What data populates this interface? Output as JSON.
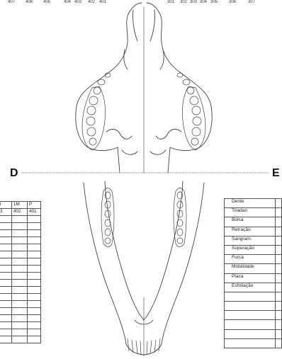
{
  "tooth_numbers": {
    "right": [
      "407",
      "406",
      "405",
      "404",
      "403",
      "402",
      "401"
    ],
    "left": [
      "301",
      "302",
      "303",
      "304",
      "305",
      "306",
      "307"
    ]
  },
  "side_labels": {
    "right": "D",
    "left": "E"
  },
  "left_table": {
    "header": [
      "l",
      "1M",
      "P"
    ],
    "numbers": [
      "3",
      "402",
      "401"
    ]
  },
  "right_table": {
    "rows": [
      "Dente",
      "Triadan",
      "Bolsa",
      "Retração",
      "Sangram.",
      "Supuração",
      "Furca",
      "Mobilidade",
      "Placa",
      "Esfoliação"
    ]
  }
}
